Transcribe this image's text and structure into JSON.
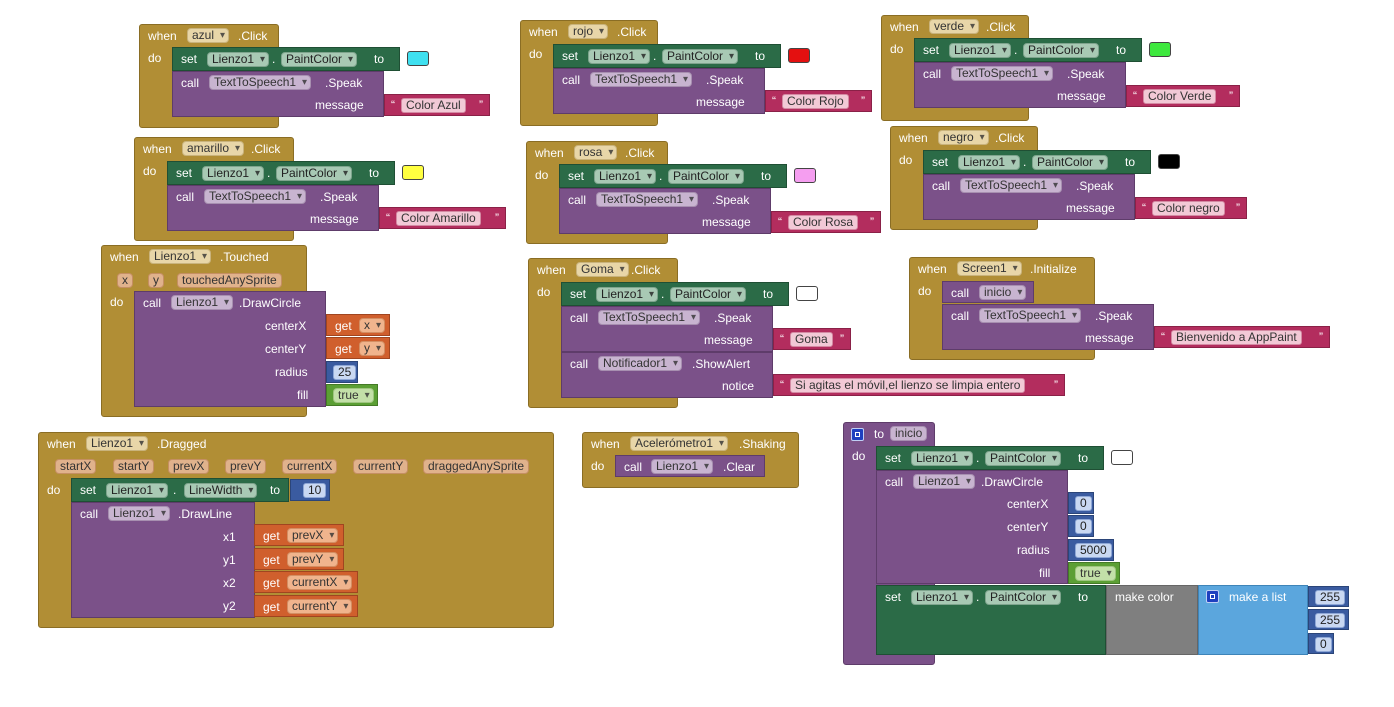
{
  "kw": {
    "when": "when",
    "do": "do",
    "set": "set",
    "to": "to",
    "call": "call",
    "get": "get",
    "dot": ".",
    "to_proc": "to",
    "make_color": "make color",
    "make_list": "make a list",
    "open_q": "“",
    "close_q": "”"
  },
  "colors": {
    "cyan": "#3fe0f0",
    "red": "#e41010",
    "green": "#3ee83e",
    "yellow": "#ffff40",
    "pink": "#f59ef0",
    "black": "#000000",
    "white": "#ffffff"
  },
  "events": {
    "azul": {
      "component": "azul",
      "event": ".Click",
      "target": "Lienzo1",
      "prop": "PaintColor",
      "tts": "TextToSpeech1",
      "method": ".Speak",
      "param": "message",
      "text": "Color Azul"
    },
    "rojo": {
      "component": "rojo",
      "event": ".Click",
      "target": "Lienzo1",
      "prop": "PaintColor",
      "tts": "TextToSpeech1",
      "method": ".Speak",
      "param": "message",
      "text": "Color Rojo"
    },
    "verde": {
      "component": "verde",
      "event": ".Click",
      "target": "Lienzo1",
      "prop": "PaintColor",
      "tts": "TextToSpeech1",
      "method": ".Speak",
      "param": "message",
      "text": "Color Verde"
    },
    "amarillo": {
      "component": "amarillo",
      "event": ".Click",
      "target": "Lienzo1",
      "prop": "PaintColor",
      "tts": "TextToSpeech1",
      "method": ".Speak",
      "param": "message",
      "text": "Color Amarillo"
    },
    "rosa": {
      "component": "rosa",
      "event": ".Click",
      "target": "Lienzo1",
      "prop": "PaintColor",
      "tts": "TextToSpeech1",
      "method": ".Speak",
      "param": "message",
      "text": "Color Rosa"
    },
    "negro": {
      "component": "negro",
      "event": ".Click",
      "target": "Lienzo1",
      "prop": "PaintColor",
      "tts": "TextToSpeech1",
      "method": ".Speak",
      "param": "message",
      "text": "Color negro"
    }
  },
  "touched": {
    "component": "Lienzo1",
    "event": ".Touched",
    "params": [
      "x",
      "y",
      "touchedAnySprite"
    ],
    "method": ".DrawCircle",
    "args": [
      "centerX",
      "centerY",
      "radius",
      "fill"
    ],
    "get_x": "x",
    "get_y": "y",
    "radius": "25",
    "fill": "true"
  },
  "goma": {
    "component": "Goma",
    "event": ".Click",
    "target": "Lienzo1",
    "prop": "PaintColor",
    "tts": "TextToSpeech1",
    "method": ".Speak",
    "param": "message",
    "text": "Goma",
    "notifier": "Notificador1",
    "notifier_method": ".ShowAlert",
    "notifier_param": "notice",
    "notice": "Si agitas el móvil,el lienzo se limpia entero"
  },
  "screen": {
    "component": "Screen1",
    "event": ".Initialize",
    "proc": "inicio",
    "tts": "TextToSpeech1",
    "method": ".Speak",
    "param": "message",
    "text": "Bienvenido a AppPaint"
  },
  "dragged": {
    "component": "Lienzo1",
    "event": ".Dragged",
    "params": [
      "startX",
      "startY",
      "prevX",
      "prevY",
      "currentX",
      "currentY",
      "draggedAnySprite"
    ],
    "prop": "LineWidth",
    "width": "10",
    "method": ".DrawLine",
    "args": [
      "x1",
      "y1",
      "x2",
      "y2"
    ],
    "gets": [
      "prevX",
      "prevY",
      "currentX",
      "currentY"
    ]
  },
  "shaking": {
    "component": "Acelerómetro1",
    "event": ".Shaking",
    "target": "Lienzo1",
    "method": ".Clear"
  },
  "inicio": {
    "name": "inicio",
    "target": "Lienzo1",
    "prop": "PaintColor",
    "method": ".DrawCircle",
    "args": [
      "centerX",
      "centerY",
      "radius",
      "fill"
    ],
    "centerX": "0",
    "centerY": "0",
    "radius": "5000",
    "fill": "true",
    "rgb": [
      "255",
      "255",
      "0"
    ]
  }
}
